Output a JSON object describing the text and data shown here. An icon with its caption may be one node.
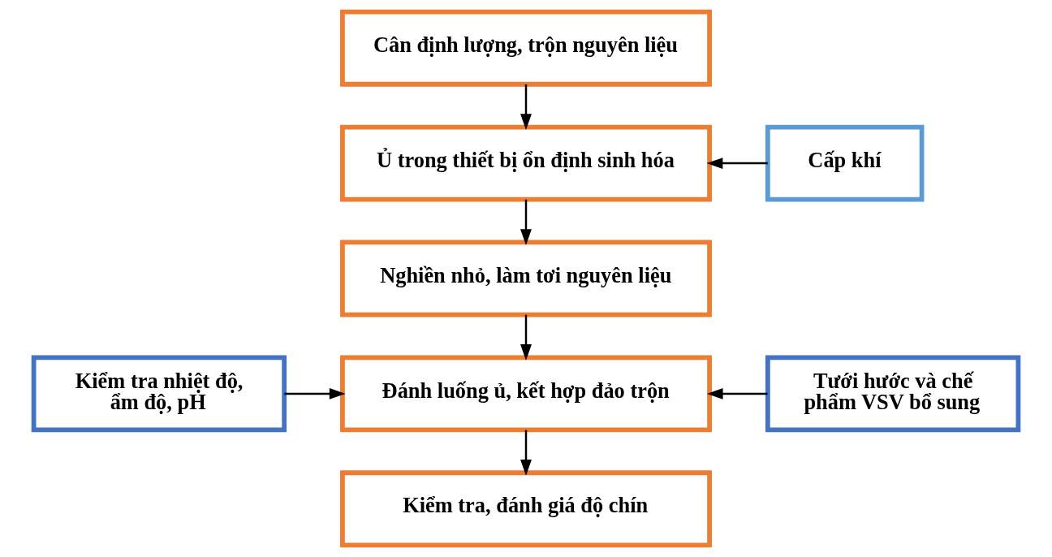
{
  "diagram": {
    "nodes": [
      {
        "text": [
          "Cân định lượng, trộn nguyên liệu"
        ]
      },
      {
        "text": [
          "Ủ trong thiết bị ổn định sinh hóa"
        ]
      },
      {
        "text": [
          "Cấp khí"
        ]
      },
      {
        "text": [
          "Nghiền nhỏ, làm tơi nguyên liệu"
        ]
      },
      {
        "text": [
          "Kiểm tra nhiệt độ, ẩm độ, pH"
        ]
      },
      {
        "text": [
          "Đánh luống ủ, kết hợp đảo trộn"
        ]
      },
      {
        "text": [
          "Tưới hước và chế phẩm VSV bổ sung"
        ]
      },
      {
        "text": [
          "Kiểm tra, đánh giá độ chín"
        ]
      }
    ],
    "edges": [
      {
        "from": 0,
        "to": 1,
        "arrow": "to"
      },
      {
        "from": 2,
        "to": 1,
        "arrow": "to"
      },
      {
        "from": 1,
        "to": 3,
        "arrow": "to"
      },
      {
        "from": 3,
        "to": 5,
        "arrow": "to"
      },
      {
        "from": 4,
        "to": 5,
        "arrow": "to"
      },
      {
        "from": 6,
        "to": 5,
        "arrow": "to"
      },
      {
        "from": 5,
        "to": 7,
        "arrow": "to"
      }
    ]
  }
}
